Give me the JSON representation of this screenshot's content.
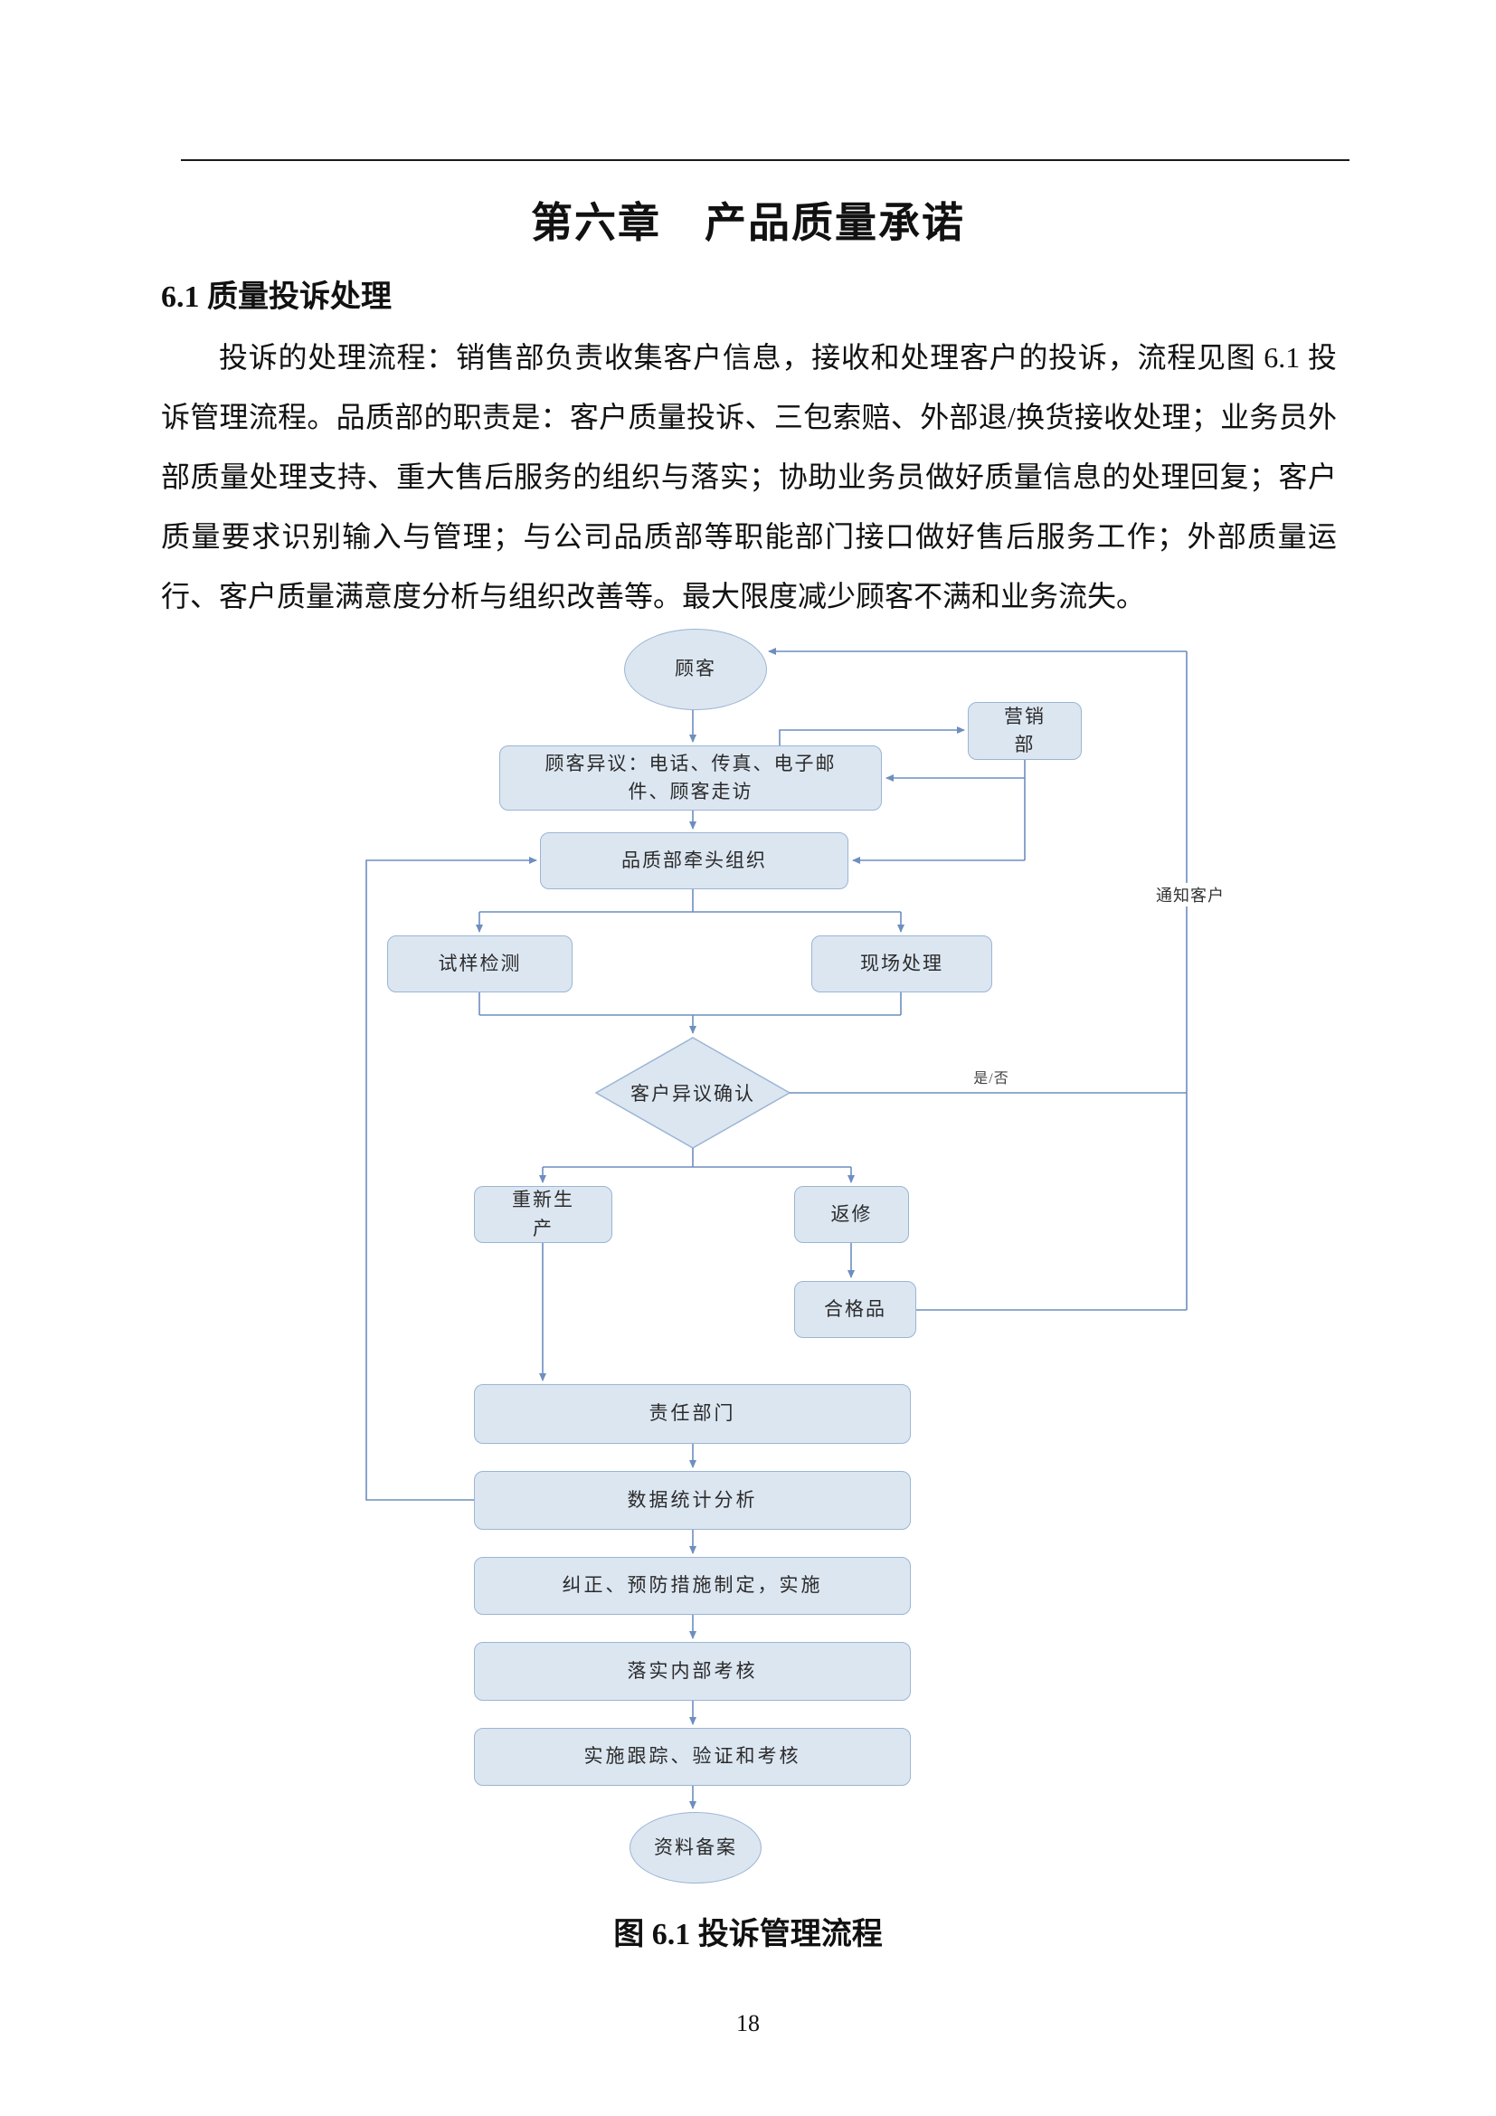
{
  "page": {
    "title": "第六章　产品质量承诺",
    "section_heading": "6.1 质量投诉处理",
    "paragraph": "投诉的处理流程：销售部负责收集客户信息，接收和处理客户的投诉，流程见图 6.1 投诉管理流程。品质部的职责是：客户质量投诉、三包索赔、外部退/换货接收处理；业务员外部质量处理支持、重大售后服务的组织与落实；协助业务员做好质量信息的处理回复；客户质量要求识别输入与管理；与公司品质部等职能部门接口做好售后服务工作；外部质量运行、客户质量满意度分析与组织改善等。最大限度减少顾客不满和业务流失。",
    "figure_caption": "图 6.1 投诉管理流程",
    "page_number": "18"
  },
  "flowchart": {
    "nodes": [
      {
        "id": "customer",
        "type": "ellipse",
        "label": "顾客"
      },
      {
        "id": "marketing",
        "type": "rect",
        "label": "营销部"
      },
      {
        "id": "objection",
        "type": "rect",
        "label": "顾客异议：电话、传真、电子邮件、顾客走访"
      },
      {
        "id": "quality-lead",
        "type": "rect",
        "label": "品质部牵头组织"
      },
      {
        "id": "sample-test",
        "type": "rect",
        "label": "试样检测"
      },
      {
        "id": "onsite-handling",
        "type": "rect",
        "label": "现场处理"
      },
      {
        "id": "confirm-objection",
        "type": "diamond",
        "label": "客户异议确认"
      },
      {
        "id": "regenerate",
        "type": "rect",
        "label": "重新生产"
      },
      {
        "id": "repair",
        "type": "rect",
        "label": "返修"
      },
      {
        "id": "qualified-product",
        "type": "rect",
        "label": "合格品"
      },
      {
        "id": "responsible-dept",
        "type": "rect",
        "label": "责任部门"
      },
      {
        "id": "data-analysis",
        "type": "rect",
        "label": "数据统计分析"
      },
      {
        "id": "corrective-actions",
        "type": "rect",
        "label": "纠正、预防措施制定，实施"
      },
      {
        "id": "internal-assessment",
        "type": "rect",
        "label": "落实内部考核"
      },
      {
        "id": "tracking-verification",
        "type": "rect",
        "label": "实施跟踪、验证和考核"
      },
      {
        "id": "archive",
        "type": "ellipse",
        "label": "资料备案"
      }
    ],
    "labels": [
      {
        "id": "yes-no",
        "text": "是/否"
      },
      {
        "id": "notify-customer",
        "text": "通知客户"
      }
    ],
    "colors": {
      "node_fill": "#dce6f1",
      "node_border": "#9ab5d5",
      "connector": "#6d8ebf"
    }
  }
}
